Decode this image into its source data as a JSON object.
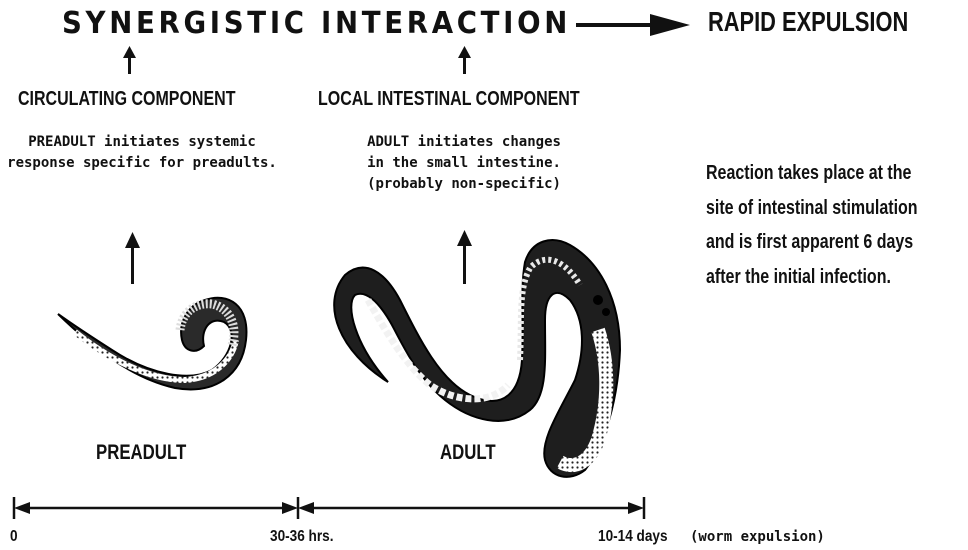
{
  "title": {
    "synergistic": "SYNERGISTIC INTERACTION",
    "rapid": "RAPID EXPULSION"
  },
  "circulating": {
    "heading": "CIRCULATING COMPONENT",
    "description": "PREADULT initiates systemic\nresponse specific for preadults."
  },
  "local": {
    "heading": "LOCAL INTESTINAL COMPONENT",
    "description": "ADULT initiates changes\nin the small intestine.\n(probably non-specific)"
  },
  "reaction": "Reaction takes place at the\nsite of intestinal stimulation\nand is first apparent 6 days\nafter the initial infection.",
  "worms": {
    "preadult_label": "PREADULT",
    "adult_label": "ADULT"
  },
  "timeline": {
    "start": "0",
    "mid": "30-36 hrs.",
    "end": "10-14 days",
    "end_note": "(worm expulsion)"
  }
}
